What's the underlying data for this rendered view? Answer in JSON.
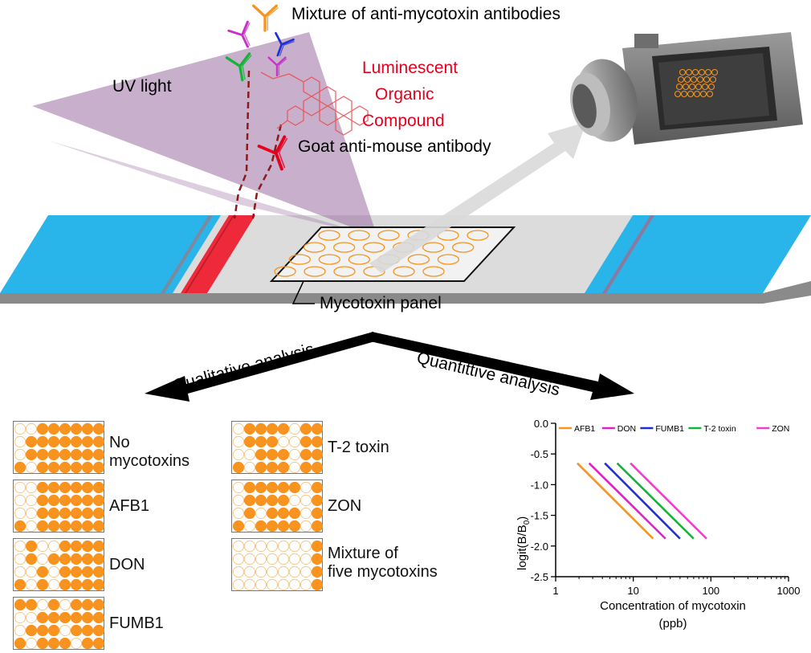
{
  "labels": {
    "antibody_mixture": "Mixture of anti-mycotoxin antibodies",
    "uv_light": "UV light",
    "luminescent_line1": "Luminescent",
    "luminescent_line2": "Organic",
    "luminescent_line3": "Compound",
    "goat_antibody": "Goat anti-mouse antibody",
    "mycotoxin_panel": "Mycotoxin panel",
    "qualitative": "Qualitative analysis",
    "quantitative": "Quantittive analysis"
  },
  "colors": {
    "strip_blue": "#29b5ea",
    "strip_gray": "#dcdcdc",
    "conjugate_red": "#ee2a3a",
    "uv_purple": "#9b6fa3",
    "dot_orange": "#f7931e",
    "dot_empty_stroke": "#f4c78a"
  },
  "panels": [
    {
      "label_lines": [
        "No",
        "mycotoxins"
      ],
      "cols_on": [
        1,
        1,
        1,
        1,
        1,
        1,
        1,
        1
      ],
      "pattern": [
        [
          0,
          0,
          1,
          1,
          1,
          1,
          1,
          1
        ],
        [
          0,
          1,
          1,
          1,
          1,
          1,
          1,
          1
        ],
        [
          0,
          1,
          1,
          1,
          1,
          1,
          1,
          1
        ],
        [
          1,
          0,
          1,
          1,
          1,
          1,
          1,
          1
        ]
      ]
    },
    {
      "label_lines": [
        "AFB1"
      ],
      "pattern": [
        [
          0,
          0,
          1,
          1,
          1,
          1,
          1,
          1
        ],
        [
          0,
          0,
          1,
          1,
          1,
          1,
          1,
          1
        ],
        [
          0,
          0,
          1,
          1,
          1,
          1,
          1,
          1
        ],
        [
          1,
          0,
          1,
          1,
          1,
          1,
          1,
          1
        ]
      ]
    },
    {
      "label_lines": [
        "DON"
      ],
      "pattern": [
        [
          0,
          1,
          0,
          0,
          1,
          1,
          1,
          1
        ],
        [
          0,
          1,
          0,
          1,
          1,
          1,
          1,
          1
        ],
        [
          0,
          0,
          1,
          0,
          1,
          1,
          1,
          1
        ],
        [
          1,
          0,
          1,
          0,
          1,
          1,
          1,
          1
        ]
      ]
    },
    {
      "label_lines": [
        "FUMB1"
      ],
      "pattern": [
        [
          1,
          1,
          0,
          1,
          0,
          1,
          1,
          1
        ],
        [
          0,
          0,
          1,
          1,
          1,
          1,
          1,
          1
        ],
        [
          0,
          1,
          1,
          1,
          0,
          1,
          1,
          1
        ],
        [
          1,
          0,
          1,
          1,
          1,
          0,
          1,
          1
        ]
      ]
    },
    {
      "label_lines": [
        "T-2 toxin"
      ],
      "pattern": [
        [
          0,
          1,
          1,
          1,
          1,
          0,
          1,
          1
        ],
        [
          0,
          1,
          1,
          1,
          0,
          0,
          1,
          1
        ],
        [
          0,
          0,
          1,
          1,
          1,
          0,
          1,
          1
        ],
        [
          1,
          0,
          1,
          1,
          1,
          0,
          1,
          1
        ]
      ]
    },
    {
      "label_lines": [
        "ZON"
      ],
      "pattern": [
        [
          0,
          1,
          1,
          1,
          1,
          1,
          0,
          1
        ],
        [
          0,
          1,
          1,
          1,
          1,
          0,
          0,
          1
        ],
        [
          0,
          1,
          0,
          1,
          1,
          1,
          0,
          1
        ],
        [
          1,
          0,
          1,
          1,
          1,
          1,
          0,
          1
        ]
      ]
    },
    {
      "label_lines": [
        "Mixture of",
        "five mycotoxins"
      ],
      "pattern": [
        [
          0,
          0,
          0,
          0,
          0,
          0,
          0,
          1
        ],
        [
          0,
          0,
          0,
          0,
          0,
          0,
          0,
          1
        ],
        [
          0,
          0,
          0,
          0,
          0,
          0,
          0,
          1
        ],
        [
          0,
          0,
          0,
          0,
          0,
          0,
          0,
          1
        ]
      ]
    }
  ],
  "chart_data": {
    "type": "line",
    "xlabel_line1": "Concentration of mycotoxin",
    "xlabel_line2": "(ppb)",
    "ylabel": "logit(B/B",
    "ylabel_sub": "0",
    "ylabel_end": ")",
    "xscale": "log",
    "xlim": [
      1,
      1000
    ],
    "ylim": [
      -2.5,
      0.0
    ],
    "xticks": [
      "1",
      "10",
      "100",
      "1000"
    ],
    "yticks": [
      "0.0",
      "-0.5",
      "-1.0",
      "-1.5",
      "-2.0",
      "-2.5"
    ],
    "legend_position": "top",
    "series": [
      {
        "name": "AFB1",
        "color": "#f7931e",
        "x": [
          1.9,
          18
        ],
        "y": [
          -0.65,
          -1.88
        ]
      },
      {
        "name": "DON",
        "color": "#e020c8",
        "x": [
          2.7,
          26
        ],
        "y": [
          -0.65,
          -1.88
        ]
      },
      {
        "name": "FUMB1",
        "color": "#1f2fd6",
        "x": [
          4.3,
          40
        ],
        "y": [
          -0.65,
          -1.88
        ]
      },
      {
        "name": "T-2 toxin",
        "color": "#17b23a",
        "x": [
          6.2,
          60
        ],
        "y": [
          -0.65,
          -1.88
        ]
      },
      {
        "name": "ZON",
        "color": "#ef3fc6",
        "x": [
          9.2,
          88
        ],
        "y": [
          -0.65,
          -1.88
        ]
      }
    ]
  }
}
